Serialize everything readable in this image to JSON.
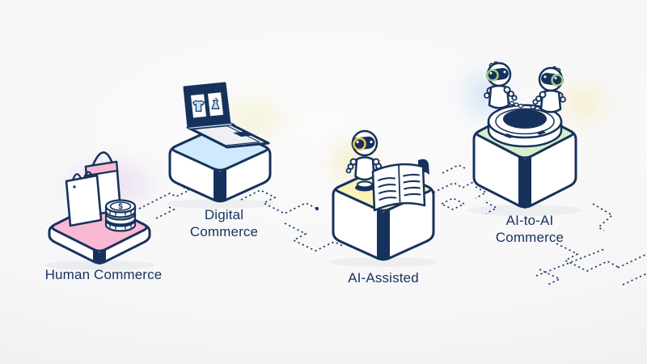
{
  "stages": [
    {
      "id": "human-commerce",
      "label": "Human Commerce",
      "illustration": "shopping-bags-with-coin-stack",
      "platform_color": "#f9b9d2"
    },
    {
      "id": "digital-commerce",
      "label": "Digital Commerce",
      "illustration": "laptop-online-storefront",
      "platform_color": "#cfeafc"
    },
    {
      "id": "ai-assisted",
      "label": "AI-Assisted",
      "illustration": "robot-browsing-curved-catalog",
      "platform_color": "#f9f2ba"
    },
    {
      "id": "ai-to-ai-commerce",
      "label": "AI-to-AI Commerce",
      "illustration": "two-robots-around-round-table",
      "platform_color": "#d9eeca"
    }
  ],
  "colors": {
    "outline": "#16325c",
    "label_text": "#16325c",
    "background": "#f4f4f5",
    "pink_platform": "#f9b9d2",
    "blue_platform": "#cfeafc",
    "yellow_platform": "#f9f2ba",
    "green_platform": "#d9eeca",
    "yellow_eye_ring": "#f0c94e",
    "green_eye_ring": "#9fce7e",
    "product_blue": "#bfe0f7",
    "coin_symbol": "$"
  },
  "connectors": {
    "style": "dotted-zigzag",
    "color": "#1c3a6a"
  }
}
